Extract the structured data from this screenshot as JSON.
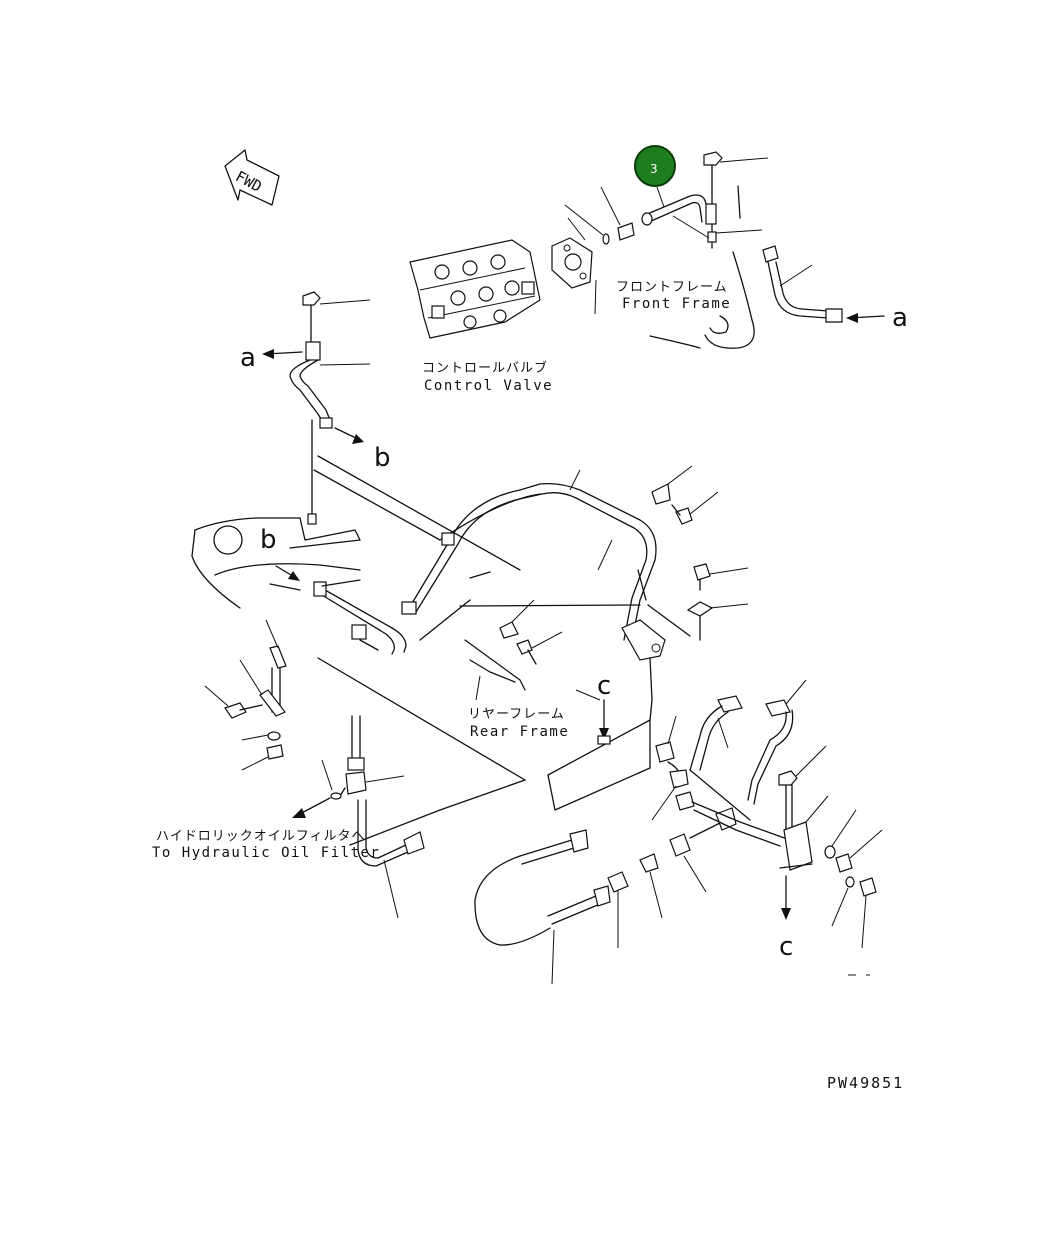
{
  "badge": {
    "number": "3",
    "color": "#1e7d1e"
  },
  "labels": {
    "fwd": "FWD",
    "front_frame_jp": "フロントフレーム",
    "front_frame_en": "Front Frame",
    "control_valve_jp": "コントロールバルブ",
    "control_valve_en": "Control Valve",
    "rear_frame_jp": "リヤーフレーム",
    "rear_frame_en": "Rear Frame",
    "hydraulic_filter_jp": "ハイドロリックオイルフィルタへ",
    "hydraulic_filter_en": "To Hydraulic Oil Filter"
  },
  "connectors": {
    "a_left": "a",
    "a_right": "a",
    "b_upper": "b",
    "b_lower": "b",
    "c_upper": "c",
    "c_lower": "c"
  },
  "drawing_number": "PW49851"
}
